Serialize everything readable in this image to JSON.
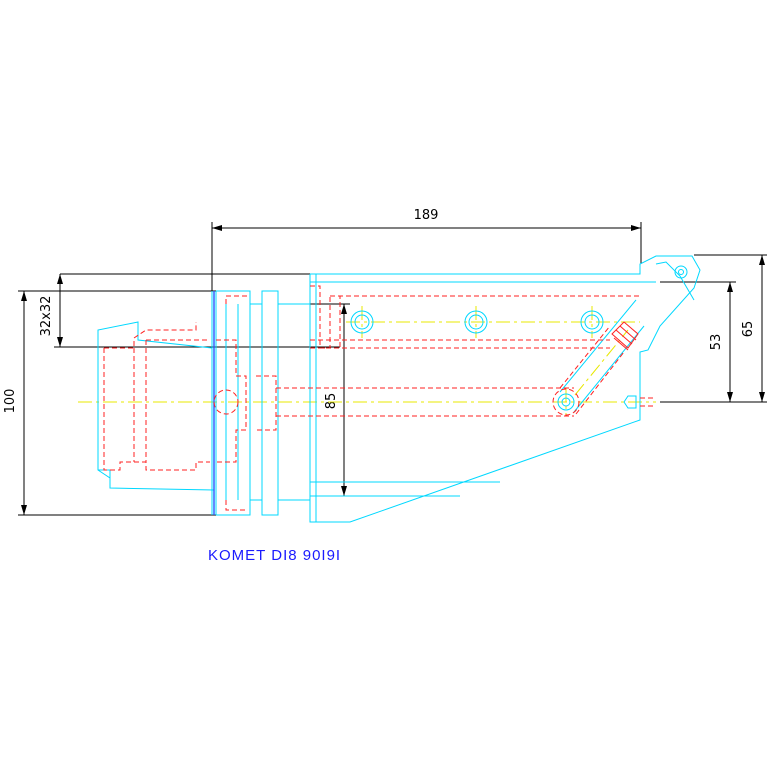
{
  "drawing": {
    "caption": "KOMET DI8 90I9I",
    "dimensions": {
      "overall_length": "189",
      "shank_size": "32x32",
      "height_total": "100",
      "height_center": "85",
      "right_inner": "53",
      "right_outer": "65"
    }
  },
  "colors": {
    "outline": "#00d8ff",
    "hidden": "#ff2020",
    "centerline": "#e8e800",
    "dimension": "#000000",
    "caption": "#1a1aff"
  }
}
